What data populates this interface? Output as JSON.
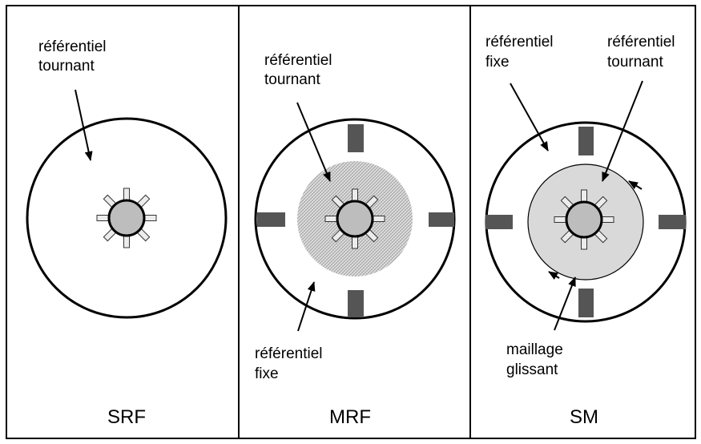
{
  "panels": [
    {
      "title": "SRF",
      "labels": [
        {
          "lines": [
            "référentiel",
            "tournant"
          ]
        }
      ]
    },
    {
      "title": "MRF",
      "labels": [
        {
          "lines": [
            "référentiel",
            "tournant"
          ]
        },
        {
          "lines": [
            "référentiel",
            "fixe"
          ]
        }
      ]
    },
    {
      "title": "SM",
      "labels": [
        {
          "lines": [
            "référentiel",
            "fixe"
          ]
        },
        {
          "lines": [
            "référentiel",
            "tournant"
          ]
        },
        {
          "lines": [
            "maillage",
            "glissant"
          ]
        }
      ]
    }
  ],
  "colors": {
    "rotor_hub": "#bdbdbd",
    "baffle": "#555555",
    "sliding_zone": "#d9d9d9",
    "mrf_zone_pattern": "#c8c8c8"
  }
}
